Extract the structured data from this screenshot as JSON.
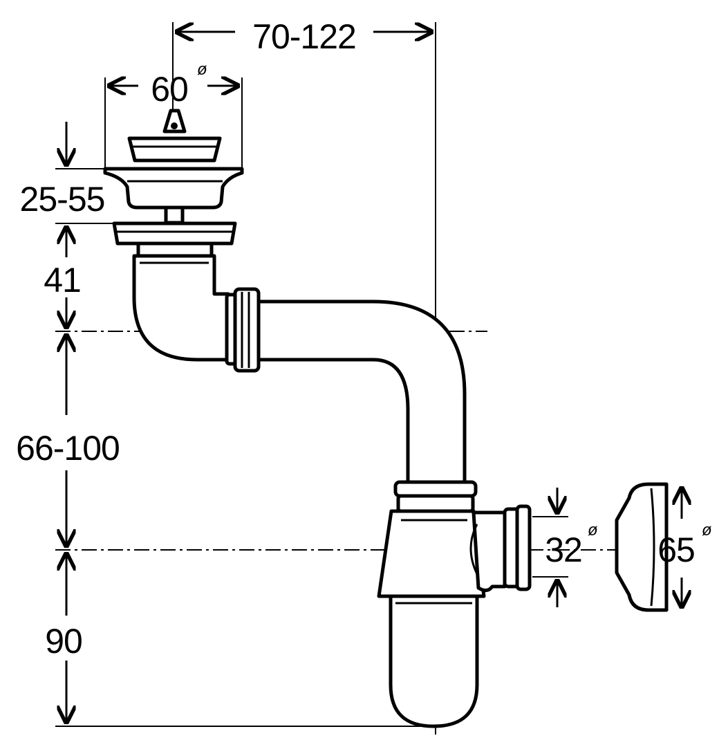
{
  "drawing": {
    "subject": "bottle-trap-with-drain-valve",
    "dimensions": {
      "overall_width": "70-122",
      "strainer_diameter": "60",
      "stopper_height": "25-55",
      "outlet_height": "41",
      "vertical_adjust": "66-100",
      "trap_height": "90",
      "outlet_diameter": "32",
      "rosette_diameter": "65"
    },
    "diameter_symbol": "ø"
  }
}
